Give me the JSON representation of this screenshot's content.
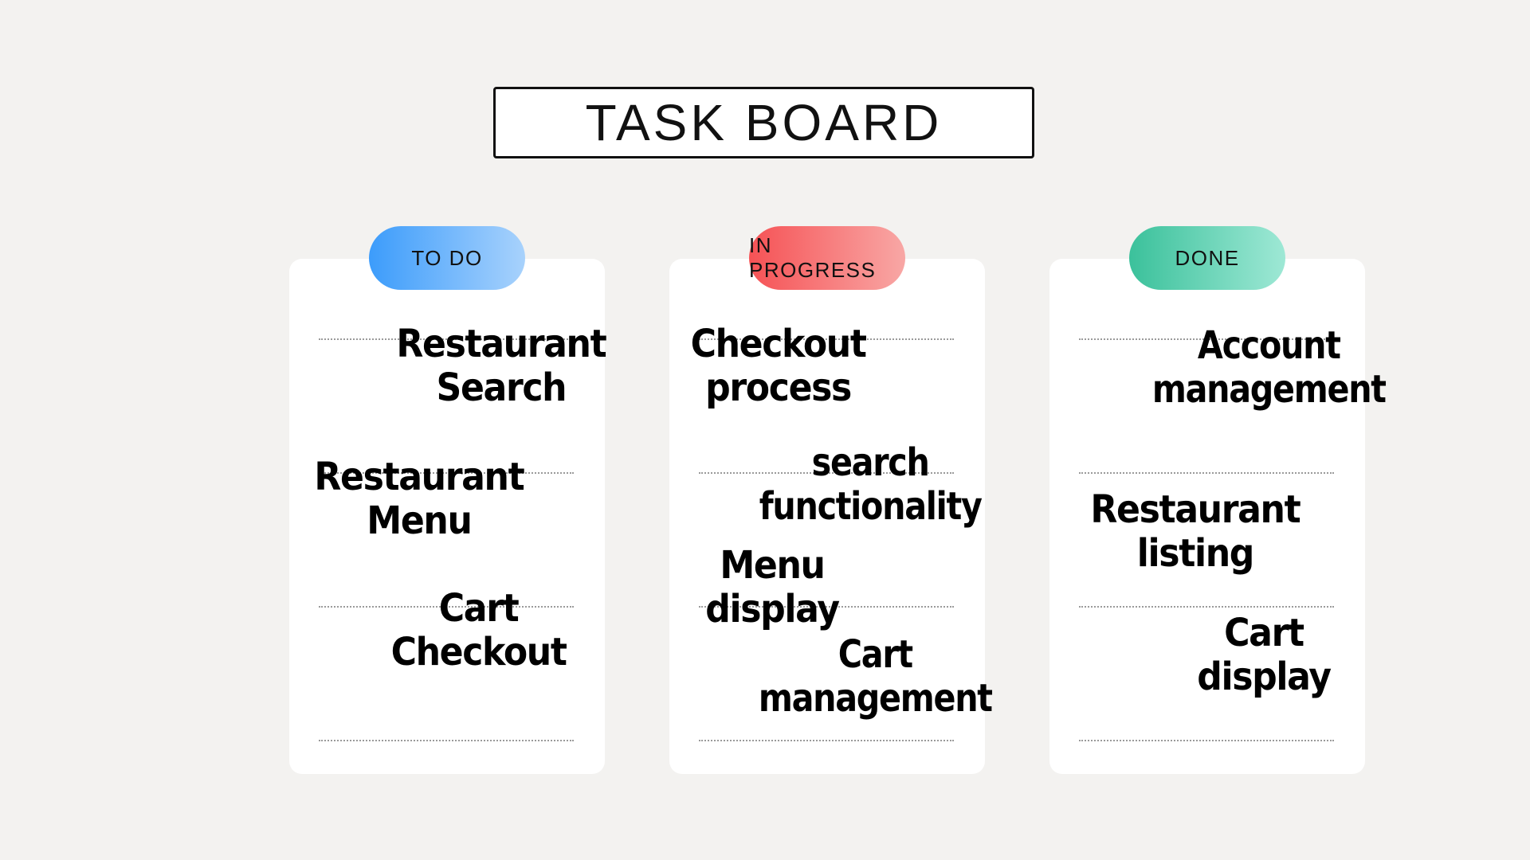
{
  "board_title": "TASK BOARD",
  "colors": {
    "background": "#f3f2f0",
    "card": "#ffffff",
    "todo_pill": "#3c9cfb",
    "in_progress_pill": "#f65255",
    "done_pill": "#3bc19b"
  },
  "columns": [
    {
      "label": "TO DO",
      "tasks": [
        "Restaurant\nSearch",
        "Restaurant\nMenu",
        "Cart\nCheckout"
      ]
    },
    {
      "label": "IN PROGRESS",
      "tasks": [
        "Checkout\nprocess",
        "search\nfunctionality",
        "Menu\ndisplay",
        "Cart\nmanagement"
      ]
    },
    {
      "label": "DONE",
      "tasks": [
        "Account\nmanagement",
        "Restaurant\nlisting",
        "Cart\ndisplay"
      ]
    }
  ]
}
